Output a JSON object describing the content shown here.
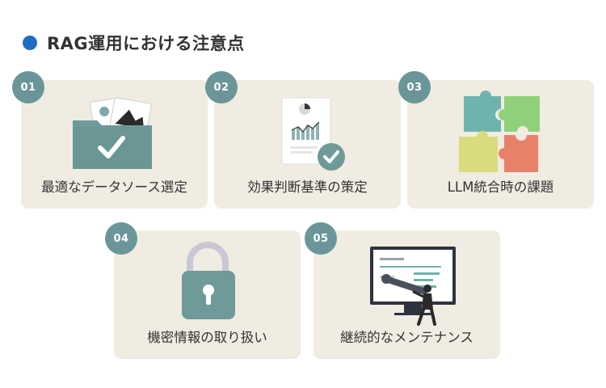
{
  "heading": {
    "title": "RAG運用における注意点",
    "dot_color": "#1e6fc4"
  },
  "colors": {
    "card_background": "#f0ece2",
    "badge": "#6b9699",
    "teal_icon": "#6e9a9a"
  },
  "cards": [
    {
      "number": "01",
      "label": "最適なデータソース選定",
      "icon": "folder-check-icon"
    },
    {
      "number": "02",
      "label": "効果判断基準の策定",
      "icon": "report-check-icon"
    },
    {
      "number": "03",
      "label": "LLM統合時の課題",
      "icon": "puzzle-pieces-icon"
    },
    {
      "number": "04",
      "label": "機密情報の取り扱い",
      "icon": "padlock-icon"
    },
    {
      "number": "05",
      "label": "継続的なメンテナンス",
      "icon": "maintenance-person-icon"
    }
  ]
}
